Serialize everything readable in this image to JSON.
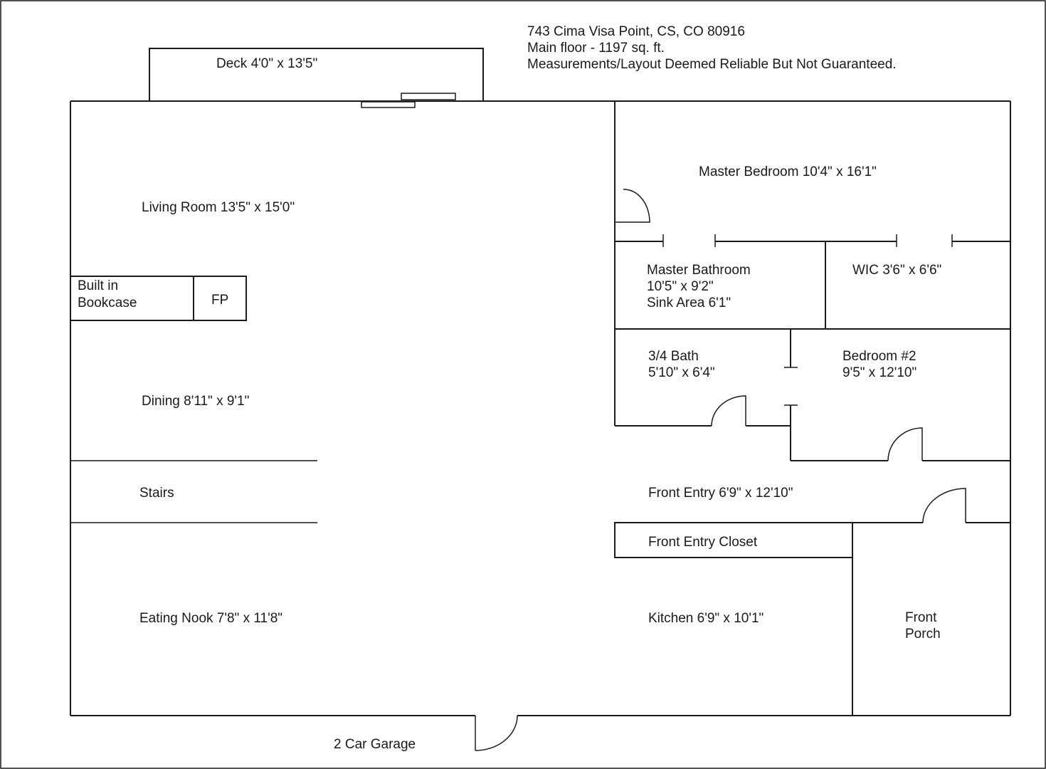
{
  "header": {
    "address": "743 Cima Visa Point, CS, CO 80916",
    "floor_info": "Main floor - 1197 sq. ft.",
    "disclaimer": "Measurements/Layout Deemed Reliable But Not Guaranteed."
  },
  "rooms": {
    "deck": "Deck 4'0\" x 13'5\"",
    "living_room": "Living Room 13'5\" x 15'0\"",
    "built_in_line1": "Built in",
    "built_in_line2": "Bookcase",
    "fireplace": "FP",
    "dining": "Dining 8'11\" x 9'1\"",
    "stairs": "Stairs",
    "eating_nook": "Eating Nook 7'8\" x 11'8\"",
    "garage": "2 Car Garage",
    "master_bedroom": "Master Bedroom 10'4\" x 16'1\"",
    "master_bath_line1": "Master Bathroom",
    "master_bath_line2": "10'5\" x 9'2\"",
    "master_bath_line3": "Sink Area 6'1\"",
    "wic": "WIC 3'6\" x 6'6\"",
    "three_quarter_bath_line1": "3/4 Bath",
    "three_quarter_bath_line2": "5'10\" x 6'4\"",
    "bedroom2_line1": "Bedroom #2",
    "bedroom2_line2": "9'5\" x 12'10\"",
    "front_entry": "Front Entry 6'9\" x 12'10\"",
    "front_entry_closet": "Front Entry Closet",
    "kitchen": "Kitchen 6'9\" x 10'1\"",
    "front_porch_line1": "Front",
    "front_porch_line2": "Porch"
  },
  "colors": {
    "line": "#1a1a1a",
    "background": "#ffffff"
  }
}
